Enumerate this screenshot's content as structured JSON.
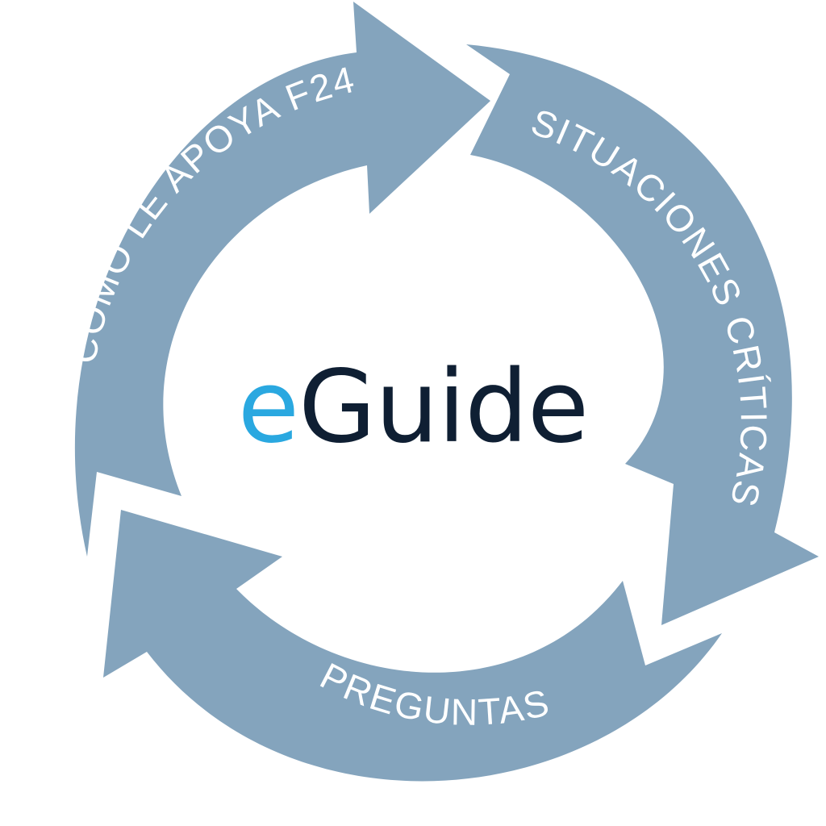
{
  "diagram": {
    "center": {
      "prefix": "e",
      "word": "Guide"
    },
    "segments": [
      {
        "label": "CÓMO LE APOYA F24"
      },
      {
        "label": "SITUACIONES CRÍTICAS"
      },
      {
        "label": "PREGUNTAS"
      }
    ]
  },
  "colors": {
    "arrow": "#84a4bd",
    "label": "#ffffff",
    "prefix": "#2aa8e0",
    "word": "#0f1f33",
    "background": "#ffffff"
  }
}
